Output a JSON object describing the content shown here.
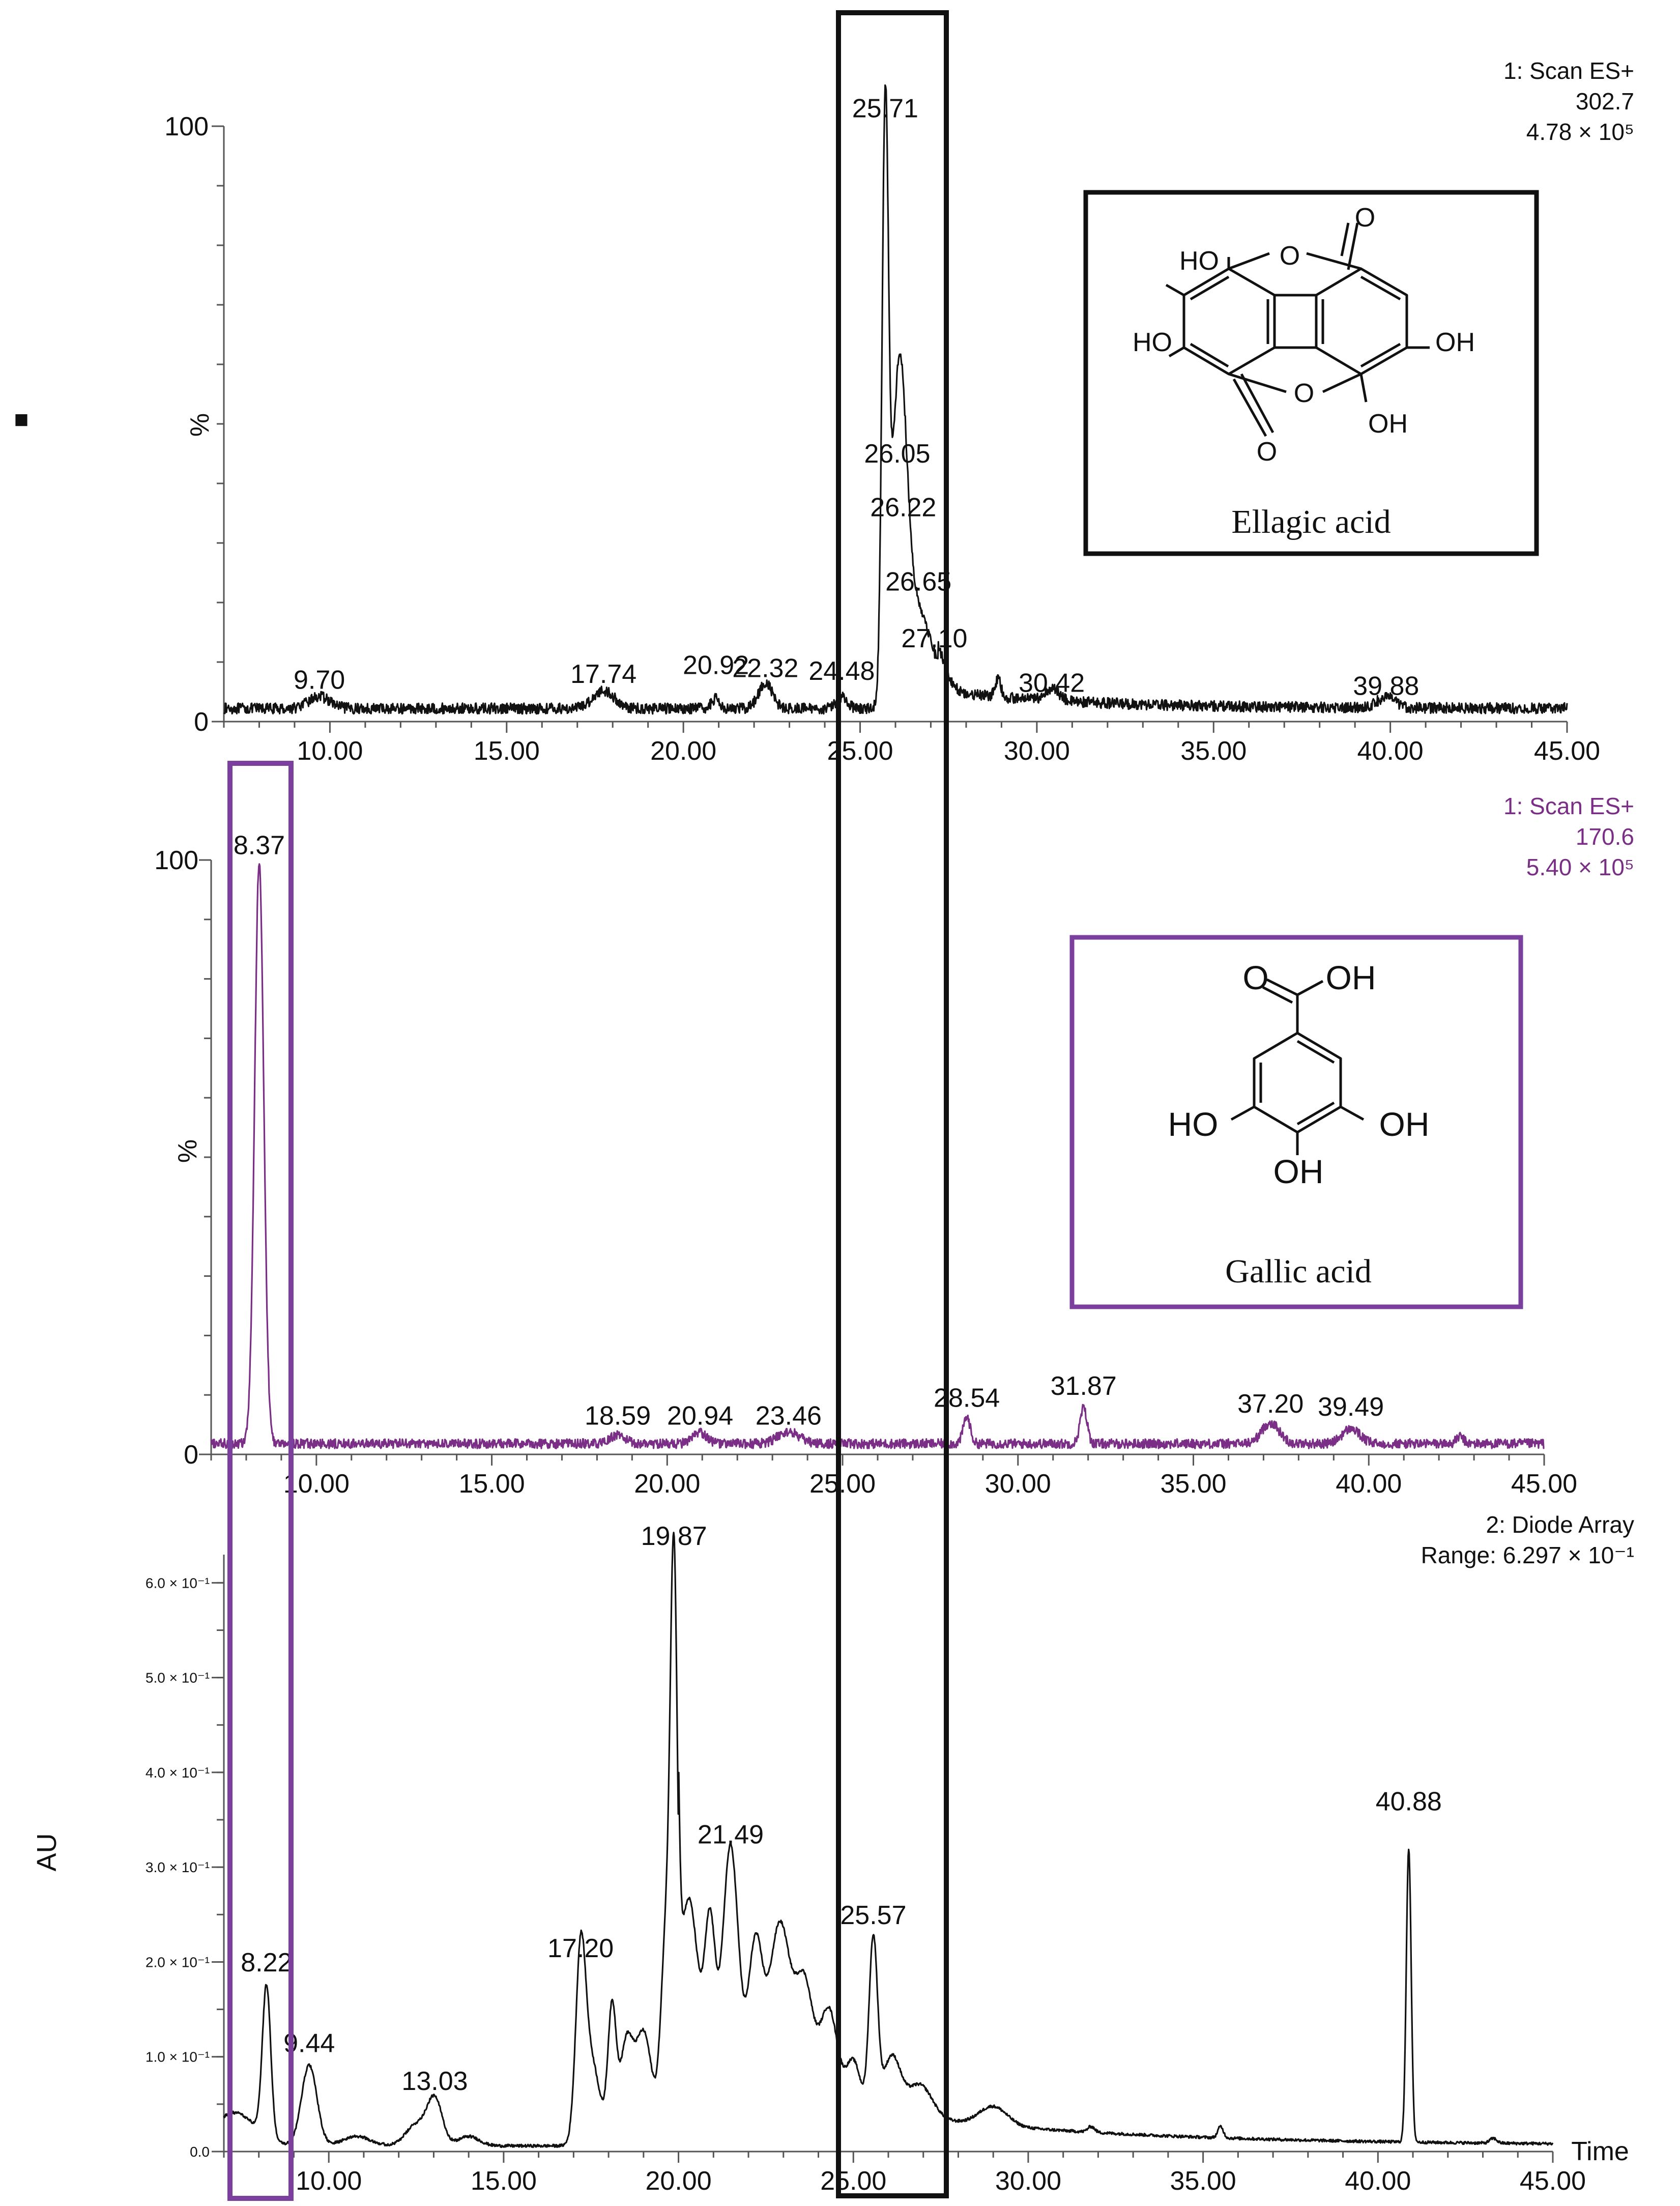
{
  "colors": {
    "black": "#111111",
    "purple": "#7a2e86",
    "gallic_box": "#7b3f9e"
  },
  "panel_marker": "■",
  "chart_data": [
    {
      "type": "line",
      "id": "ellagic",
      "color": "#111111",
      "header": [
        "1: Scan ES+",
        "302.7",
        "4.78 × 10⁵"
      ],
      "ylabel": "%",
      "yticks": [
        {
          "v": 0,
          "label": "0"
        },
        {
          "v": 100,
          "label": "100"
        }
      ],
      "ylim": [
        0,
        100
      ],
      "xlim": [
        7.0,
        45.0
      ],
      "xticks": [
        "10.00",
        "15.00",
        "20.00",
        "25.00",
        "30.00",
        "35.00",
        "40.00",
        "45.00"
      ],
      "xtick_values": [
        10,
        15,
        20,
        25,
        30,
        35,
        40,
        45
      ],
      "baseline": 2.2,
      "noise": 0.9,
      "peaks": [
        {
          "x": 9.7,
          "h": 2.0,
          "w": 0.3
        },
        {
          "x": 17.74,
          "h": 3.0,
          "w": 0.3
        },
        {
          "x": 20.92,
          "h": 1.6,
          "w": 0.12
        },
        {
          "x": 22.32,
          "h": 4.2,
          "w": 0.2
        },
        {
          "x": 24.48,
          "h": 2.0,
          "w": 0.15
        },
        {
          "x": 25.71,
          "h": 95.0,
          "w": 0.09
        },
        {
          "x": 26.05,
          "h": 38.0,
          "w": 0.2
        },
        {
          "x": 26.22,
          "h": 25.0,
          "w": 0.2
        },
        {
          "x": 26.65,
          "h": 13.0,
          "w": 0.25
        },
        {
          "x": 27.1,
          "h": 7.0,
          "w": 0.3
        },
        {
          "x": 28.9,
          "h": 3.0,
          "w": 0.08
        },
        {
          "x": 30.42,
          "h": 2.0,
          "w": 0.2
        },
        {
          "x": 39.88,
          "h": 1.8,
          "w": 0.25
        }
      ],
      "tail": {
        "start": 27.2,
        "amp": 3.0,
        "tau": 4.0
      },
      "labels": [
        {
          "x": 9.7,
          "y": 5.5,
          "text": "9.70"
        },
        {
          "x": 17.74,
          "y": 6.5,
          "text": "17.74"
        },
        {
          "x": 20.92,
          "y": 8.0,
          "text": "20.92"
        },
        {
          "x": 22.32,
          "y": 7.5,
          "text": "22.32"
        },
        {
          "x": 24.48,
          "y": 7.0,
          "text": "24.48"
        },
        {
          "x": 25.71,
          "y": 101.5,
          "text": "25.71"
        },
        {
          "x": 26.05,
          "y": 43.5,
          "text": "26.05"
        },
        {
          "x": 26.22,
          "y": 34.5,
          "text": "26.22"
        },
        {
          "x": 26.65,
          "y": 22.0,
          "text": "26.65"
        },
        {
          "x": 27.1,
          "y": 12.5,
          "text": "27.10"
        },
        {
          "x": 30.42,
          "y": 5.0,
          "text": "30.42"
        },
        {
          "x": 39.88,
          "y": 4.5,
          "text": "39.88"
        }
      ],
      "structure": {
        "name": "Ellagic acid",
        "oh": [
          "HO",
          "HO",
          "OH",
          "OH"
        ],
        "o": [
          "O",
          "O",
          "O",
          "O"
        ]
      }
    },
    {
      "type": "line",
      "id": "gallic",
      "color": "#7a2e86",
      "header": [
        "1: Scan ES+",
        "170.6",
        "5.40 × 10⁵"
      ],
      "ylabel": "%",
      "yticks": [
        {
          "v": 0,
          "label": "0"
        },
        {
          "v": 100,
          "label": "100"
        }
      ],
      "ylim": [
        0,
        100
      ],
      "xlim": [
        7.0,
        45.0
      ],
      "xticks": [
        "10.00",
        "15.00",
        "20.00",
        "25.00",
        "30.00",
        "35.00",
        "40.00",
        "45.00"
      ],
      "xtick_values": [
        10,
        15,
        20,
        25,
        30,
        35,
        40,
        45
      ],
      "baseline": 1.8,
      "noise": 0.8,
      "peaks": [
        {
          "x": 8.37,
          "h": 98.0,
          "w": 0.13
        },
        {
          "x": 18.59,
          "h": 1.5,
          "w": 0.2
        },
        {
          "x": 20.94,
          "h": 1.8,
          "w": 0.2
        },
        {
          "x": 23.46,
          "h": 2.0,
          "w": 0.3
        },
        {
          "x": 28.54,
          "h": 4.5,
          "w": 0.1
        },
        {
          "x": 31.87,
          "h": 6.0,
          "w": 0.1
        },
        {
          "x": 37.2,
          "h": 3.5,
          "w": 0.25
        },
        {
          "x": 39.49,
          "h": 2.5,
          "w": 0.25
        },
        {
          "x": 42.6,
          "h": 1.2,
          "w": 0.1
        }
      ],
      "tail": null,
      "labels": [
        {
          "x": 8.37,
          "y": 101.0,
          "text": "8.37"
        },
        {
          "x": 18.59,
          "y": 5.0,
          "text": "18.59"
        },
        {
          "x": 20.94,
          "y": 5.0,
          "text": "20.94"
        },
        {
          "x": 23.46,
          "y": 5.0,
          "text": "23.46"
        },
        {
          "x": 28.54,
          "y": 8.0,
          "text": "28.54"
        },
        {
          "x": 31.87,
          "y": 10.0,
          "text": "31.87"
        },
        {
          "x": 37.2,
          "y": 7.0,
          "text": "37.20"
        },
        {
          "x": 39.49,
          "y": 6.5,
          "text": "39.49"
        }
      ],
      "structure": {
        "name": "Gallic acid",
        "carbonyl_o": "O",
        "oh": [
          "OH",
          "HO",
          "OH",
          "OH"
        ]
      }
    },
    {
      "type": "line",
      "id": "diode",
      "color": "#111111",
      "header": [
        "2: Diode Array",
        "Range: 6.297 × 10⁻¹"
      ],
      "ylabel": "AU",
      "yticks": [
        {
          "v": 0.0,
          "label": "0.0"
        },
        {
          "v": 0.1,
          "label": "1.0 × 10⁻¹"
        },
        {
          "v": 0.2,
          "label": "2.0 × 10⁻¹"
        },
        {
          "v": 0.3,
          "label": "3.0 × 10⁻¹"
        },
        {
          "v": 0.4,
          "label": "4.0 × 10⁻¹"
        },
        {
          "v": 0.5,
          "label": "5.0 × 10⁻¹"
        },
        {
          "v": 0.6,
          "label": "6.0 × 10⁻¹"
        }
      ],
      "ylim": [
        0,
        0.6297
      ],
      "xlim": [
        7.0,
        45.0
      ],
      "xticks": [
        "10.00",
        "15.00",
        "20.00",
        "25.00",
        "30.00",
        "35.00",
        "40.00",
        "45.00"
      ],
      "xtick_values": [
        10,
        15,
        20,
        25,
        30,
        35,
        40,
        45
      ],
      "xlabel": "Time",
      "baseline": 0.006,
      "noise": 0.0015,
      "peaks": [
        {
          "x": 7.3,
          "h": 0.035,
          "w": 0.6
        },
        {
          "x": 8.22,
          "h": 0.16,
          "w": 0.12
        },
        {
          "x": 9.44,
          "h": 0.085,
          "w": 0.22
        },
        {
          "x": 10.8,
          "h": 0.01,
          "w": 0.4
        },
        {
          "x": 12.5,
          "h": 0.022,
          "w": 0.3
        },
        {
          "x": 13.03,
          "h": 0.048,
          "w": 0.22
        },
        {
          "x": 14.0,
          "h": 0.01,
          "w": 0.3
        },
        {
          "x": 17.2,
          "h": 0.18,
          "w": 0.14
        },
        {
          "x": 17.5,
          "h": 0.09,
          "w": 0.25
        },
        {
          "x": 18.1,
          "h": 0.14,
          "w": 0.12
        },
        {
          "x": 18.5,
          "h": 0.1,
          "w": 0.18
        },
        {
          "x": 19.0,
          "h": 0.12,
          "w": 0.25
        },
        {
          "x": 19.87,
          "h": 0.53,
          "w": 0.1
        },
        {
          "x": 19.65,
          "h": 0.22,
          "w": 0.15
        },
        {
          "x": 20.3,
          "h": 0.18,
          "w": 0.25
        },
        {
          "x": 20.9,
          "h": 0.16,
          "w": 0.15
        },
        {
          "x": 21.49,
          "h": 0.25,
          "w": 0.22
        },
        {
          "x": 22.2,
          "h": 0.15,
          "w": 0.2
        },
        {
          "x": 22.9,
          "h": 0.18,
          "w": 0.3
        },
        {
          "x": 23.6,
          "h": 0.12,
          "w": 0.25
        },
        {
          "x": 24.3,
          "h": 0.1,
          "w": 0.25
        },
        {
          "x": 25.0,
          "h": 0.05,
          "w": 0.2
        },
        {
          "x": 25.57,
          "h": 0.18,
          "w": 0.12
        },
        {
          "x": 26.1,
          "h": 0.06,
          "w": 0.25
        },
        {
          "x": 26.9,
          "h": 0.035,
          "w": 0.35
        },
        {
          "x": 29.0,
          "h": 0.02,
          "w": 0.4
        },
        {
          "x": 31.8,
          "h": 0.006,
          "w": 0.1
        },
        {
          "x": 35.5,
          "h": 0.012,
          "w": 0.08
        },
        {
          "x": 40.88,
          "h": 0.31,
          "w": 0.07
        },
        {
          "x": 43.3,
          "h": 0.005,
          "w": 0.1
        }
      ],
      "tail": {
        "start": 20.0,
        "amp": 0.07,
        "tau": 6.0,
        "end_fade": 12.0
      },
      "labels": [
        {
          "x": 8.22,
          "y": 0.19,
          "text": "8.22"
        },
        {
          "x": 9.44,
          "y": 0.105,
          "text": "9.44"
        },
        {
          "x": 13.03,
          "y": 0.065,
          "text": "13.03"
        },
        {
          "x": 17.2,
          "y": 0.205,
          "text": "17.20"
        },
        {
          "x": 19.87,
          "y": 0.64,
          "text": "19.87"
        },
        {
          "x": 21.49,
          "y": 0.325,
          "text": "21.49"
        },
        {
          "x": 25.57,
          "y": 0.24,
          "text": "25.57"
        },
        {
          "x": 40.88,
          "y": 0.36,
          "text": "40.88"
        }
      ]
    }
  ]
}
